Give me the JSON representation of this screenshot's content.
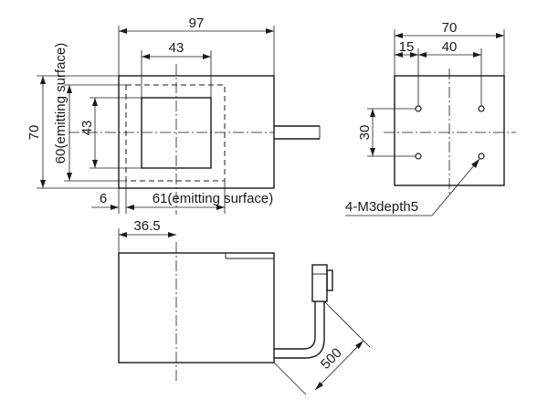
{
  "drawing": {
    "front_view": {
      "width": "97",
      "window_width": "43",
      "height": "70",
      "emitting_height": "60(emitting surface)",
      "window_height": "43",
      "offset": "6",
      "emitting_width": "61(emitting surface)"
    },
    "side_view": {
      "width": "70",
      "hole_offset": "15",
      "hole_pitch_h": "40",
      "hole_pitch_v": "30",
      "hole_callout": "4-M3depth5"
    },
    "bottom_view": {
      "center_offset": "36.5",
      "cable_length": "500"
    }
  }
}
